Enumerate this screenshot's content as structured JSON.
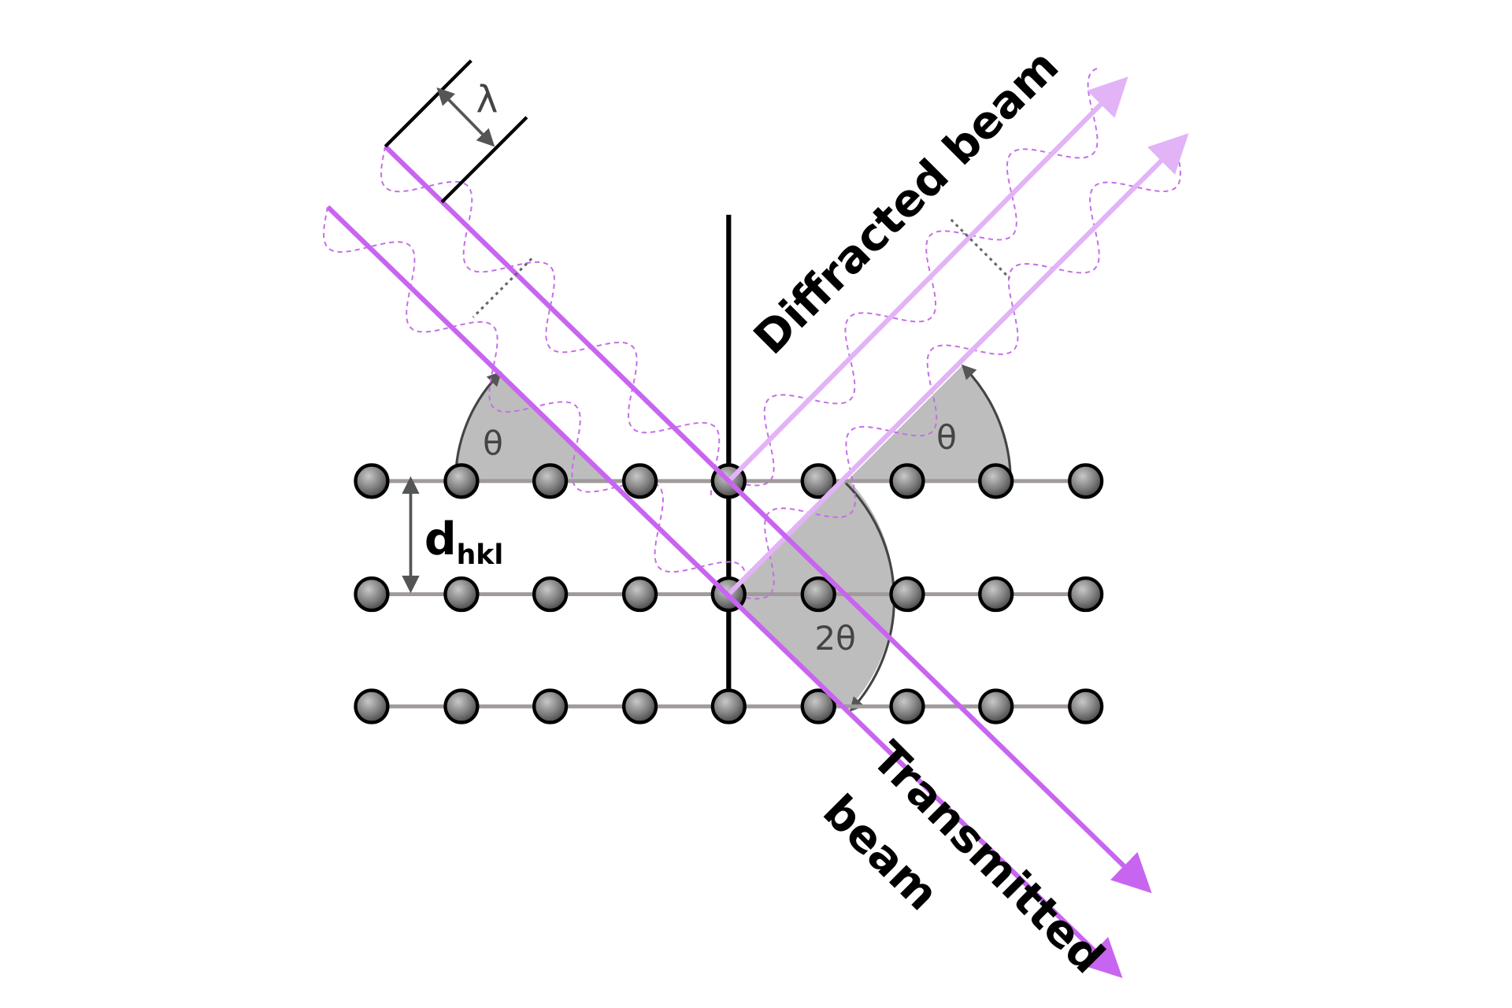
{
  "labels": {
    "lambda": "λ",
    "theta_left": "θ",
    "theta_right": "θ",
    "two_theta": "2θ",
    "d": "d",
    "d_sub": "hkl",
    "diffracted": "Diffracted beam",
    "transmitted": "Transmitted",
    "transmitted_2": "beam"
  },
  "colors": {
    "beam": "#c865f0",
    "beam_light": "#e2b3f7",
    "wave": "#c46ee8",
    "atom": "#777777",
    "wedge": "#bdbdbd"
  },
  "lattice": {
    "rows": 3,
    "cols": 9
  }
}
